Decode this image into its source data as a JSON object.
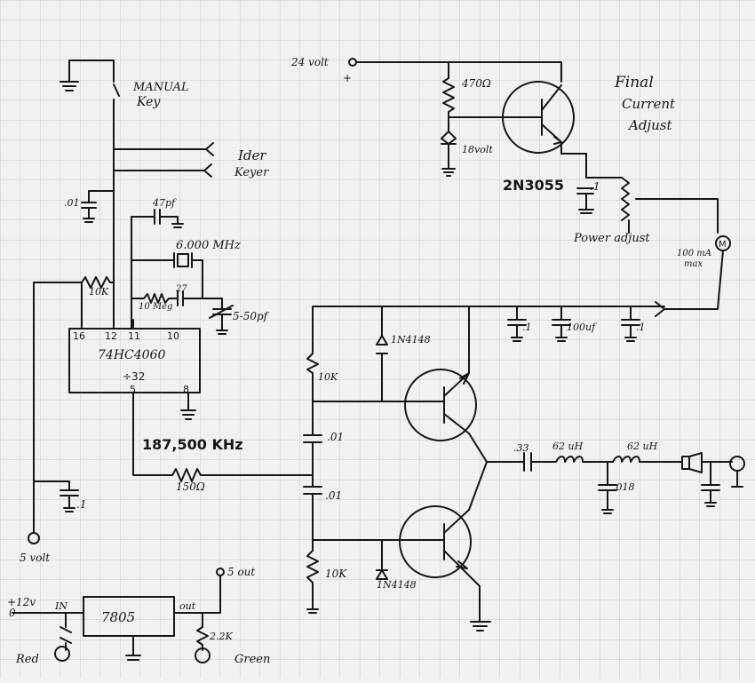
{
  "labels": {
    "manual_key": "MANUAL",
    "manual_key_2": "Key",
    "ider": "Ider",
    "keyer": "Keyer",
    "cap_01": ".01",
    "cap_47pf": "47pf",
    "crystal": "6.000 MHz",
    "r_10k_top": "10K",
    "r_10meg": "10 Meg",
    "cap_27": "27",
    "trimmer": "5-50pf",
    "pin16": "16",
    "pin12": "12",
    "pin11": "11",
    "pin10": "10",
    "ic_name": "74HC4060",
    "ic_div": "÷32",
    "pin5": "5",
    "pin8": "8",
    "freq_out": "187,500 KHz",
    "r_150": "150Ω",
    "cap_0_1_left": ".1",
    "five_v_out": "5 volt",
    "supply_24v": "24 volt",
    "plus": "+",
    "r_470": "470Ω",
    "zener": "18volt",
    "transistor": "2N3055",
    "cap_0_1_pass": ".1",
    "final_1": "Final",
    "final_2": "Current",
    "final_3": "Adjust",
    "power_adjust": "Power adjust",
    "meter": "M",
    "meter_range_1": "100 mA",
    "meter_range_2": "max",
    "cap_bus_1": ".1",
    "cap_bus_100uf": "100uf",
    "cap_bus_2": ".1",
    "diode_1": "1N4148",
    "r_10k_mid": "10K",
    "cap_01_a": ".01",
    "cap_01_b": ".01",
    "r_10k_low": "10K",
    "diode_2": "1N4148",
    "cap_33": ".33",
    "ind_62_a": "62 uH",
    "cap_018": ".018",
    "ind_62_b": "62 uH",
    "in_12v": "+12v",
    "in_0": "0",
    "reg_in": "IN",
    "regulator": "7805",
    "reg_out": "out",
    "five_out": "5 out",
    "r_2_2k": "2.2K",
    "led_red": "Red",
    "led_green": "Green"
  },
  "colors": {
    "paper": "#f1f1ef",
    "grid": "#c9cbcf",
    "ink": "#161616"
  }
}
